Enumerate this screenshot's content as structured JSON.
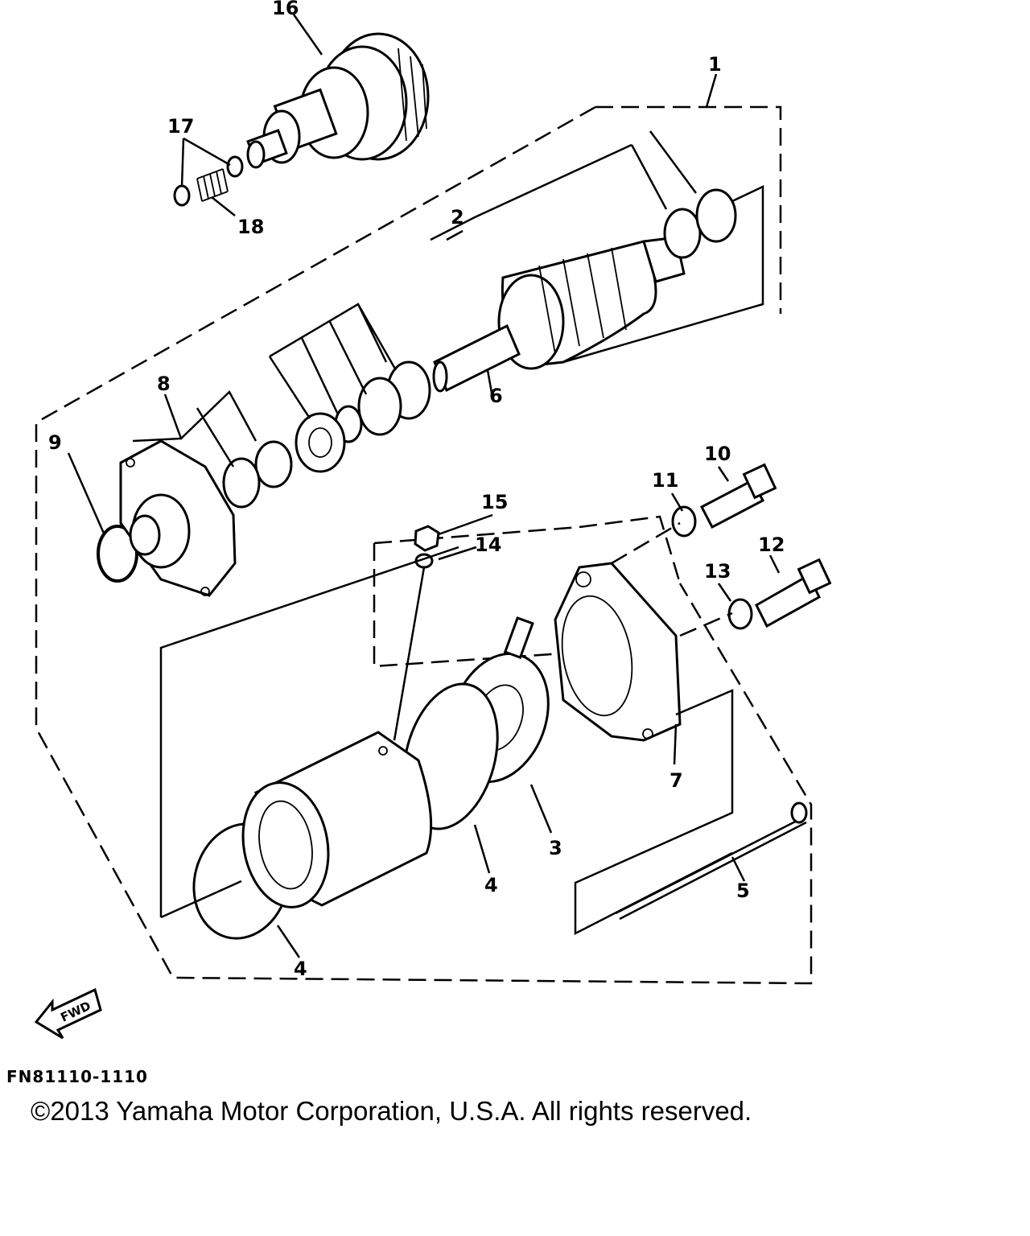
{
  "diagram": {
    "labels": {
      "p1": "1",
      "p2": "2",
      "p3": "3",
      "p4a": "4",
      "p4b": "4",
      "p5": "5",
      "p6": "6",
      "p7": "7",
      "p8": "8",
      "p9": "9",
      "p10": "10",
      "p11": "11",
      "p12": "12",
      "p13": "13",
      "p14": "14",
      "p15": "15",
      "p16": "16",
      "p17": "17",
      "p18": "18"
    },
    "fwd_label": "FWD"
  },
  "footer": {
    "code": "FN81110-1110",
    "copyright": "©2013 Yamaha Motor Corporation, U.S.A. All rights reserved."
  }
}
